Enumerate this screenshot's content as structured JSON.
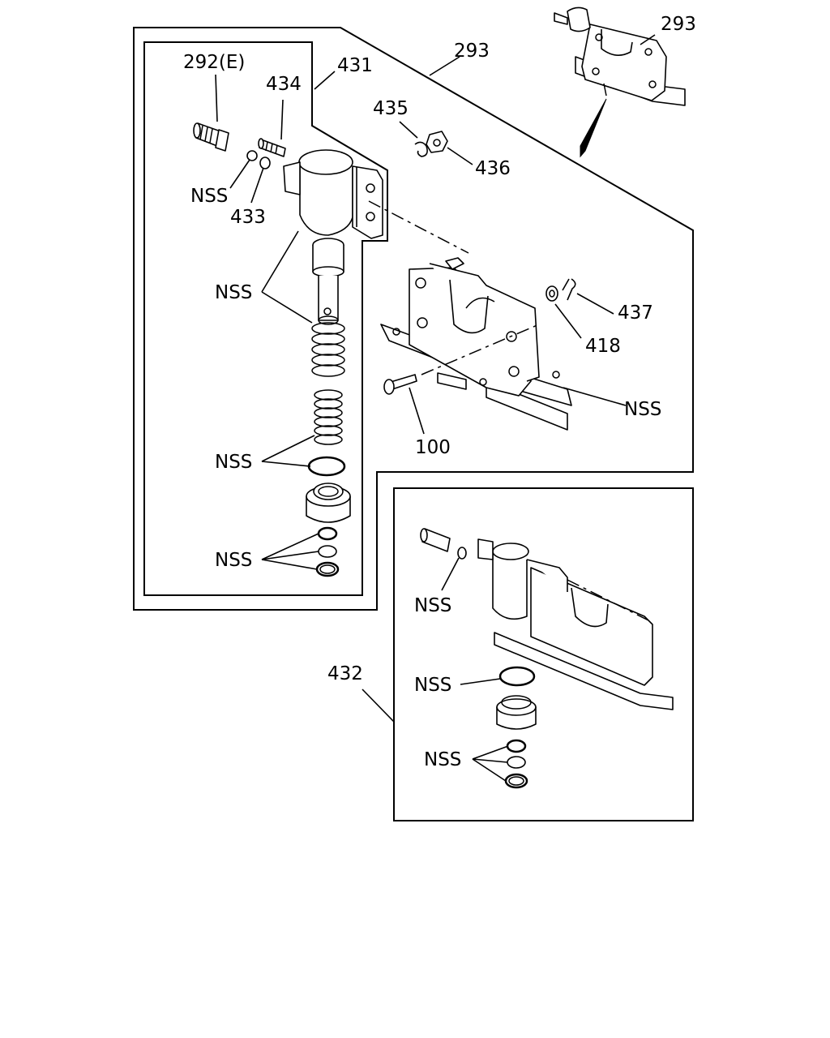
{
  "callouts": {
    "c293_top": "293",
    "c293_main": "293",
    "c292e": "292(E)",
    "c431": "431",
    "c434": "434",
    "c435": "435",
    "c436": "436",
    "c437": "437",
    "c418": "418",
    "c433": "433",
    "c100": "100",
    "c432": "432",
    "nss_oring_top": "NSS",
    "nss_piston": "NSS",
    "nss_body": "NSS",
    "nss_spring": "NSS",
    "nss_seals_left": "NSS",
    "nss_inset_oring": "NSS",
    "nss_inset_ring": "NSS",
    "nss_inset_seals": "NSS"
  }
}
